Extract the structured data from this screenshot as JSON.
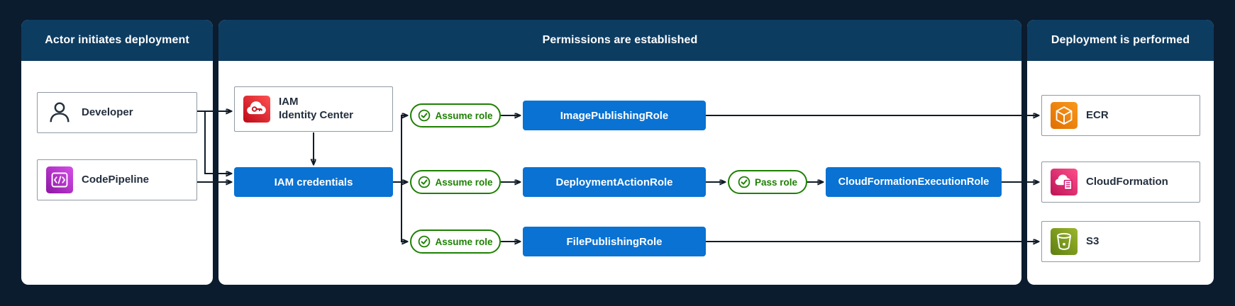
{
  "panels": {
    "actor": {
      "title": "Actor initiates deployment"
    },
    "permissions": {
      "title": "Permissions are established"
    },
    "deployment": {
      "title": "Deployment is performed"
    }
  },
  "nodes": {
    "developer": {
      "label": "Developer"
    },
    "codepipeline": {
      "label": "CodePipeline"
    },
    "iam_identity_center": {
      "label": "IAM Identity Center",
      "label_lines": [
        "IAM",
        "Identity Center"
      ]
    },
    "iam_credentials": {
      "label": "IAM credentials"
    },
    "image_publishing_role": {
      "label": "ImagePublishingRole"
    },
    "deployment_action_role": {
      "label": "DeploymentActionRole"
    },
    "file_publishing_role": {
      "label": "FilePublishingRole"
    },
    "cloudformation_execution_role": {
      "label": "CloudFormationExecutionRole"
    },
    "ecr": {
      "label": "ECR"
    },
    "cloudformation": {
      "label": "CloudFormation"
    },
    "s3": {
      "label": "S3"
    }
  },
  "badges": {
    "assume_role_top": {
      "label": "Assume role"
    },
    "assume_role_middle": {
      "label": "Assume role"
    },
    "assume_role_bottom": {
      "label": "Assume role"
    },
    "pass_role": {
      "label": "Pass role"
    }
  },
  "edges": [
    {
      "from": "Developer",
      "to": "IAM Identity Center"
    },
    {
      "from": "Developer",
      "to": "IAM credentials"
    },
    {
      "from": "CodePipeline",
      "to": "IAM credentials"
    },
    {
      "from": "IAM Identity Center",
      "to": "IAM credentials"
    },
    {
      "from": "IAM credentials",
      "to": "ImagePublishingRole",
      "via": "Assume role"
    },
    {
      "from": "IAM credentials",
      "to": "DeploymentActionRole",
      "via": "Assume role"
    },
    {
      "from": "IAM credentials",
      "to": "FilePublishingRole",
      "via": "Assume role"
    },
    {
      "from": "DeploymentActionRole",
      "to": "CloudFormationExecutionRole",
      "via": "Pass role"
    },
    {
      "from": "ImagePublishingRole",
      "to": "ECR"
    },
    {
      "from": "CloudFormationExecutionRole",
      "to": "CloudFormation"
    },
    {
      "from": "FilePublishingRole",
      "to": "S3"
    }
  ],
  "colors": {
    "canvas_background": "#0b1c2e",
    "panel_header": "#0d3c61",
    "panel_body": "#ffffff",
    "role_box_blue": "#0972d3",
    "badge_green": "#1d8102",
    "arrow": "#101c28",
    "node_border": "#8f9aa3",
    "label_text": "#232f3e",
    "icon_codepipeline": "#b42bc8",
    "icon_iam_identity_center": "#dd344c",
    "icon_ecr": "#ed7100",
    "icon_cloudformation": "#e7157b",
    "icon_s3": "#7aa116"
  }
}
